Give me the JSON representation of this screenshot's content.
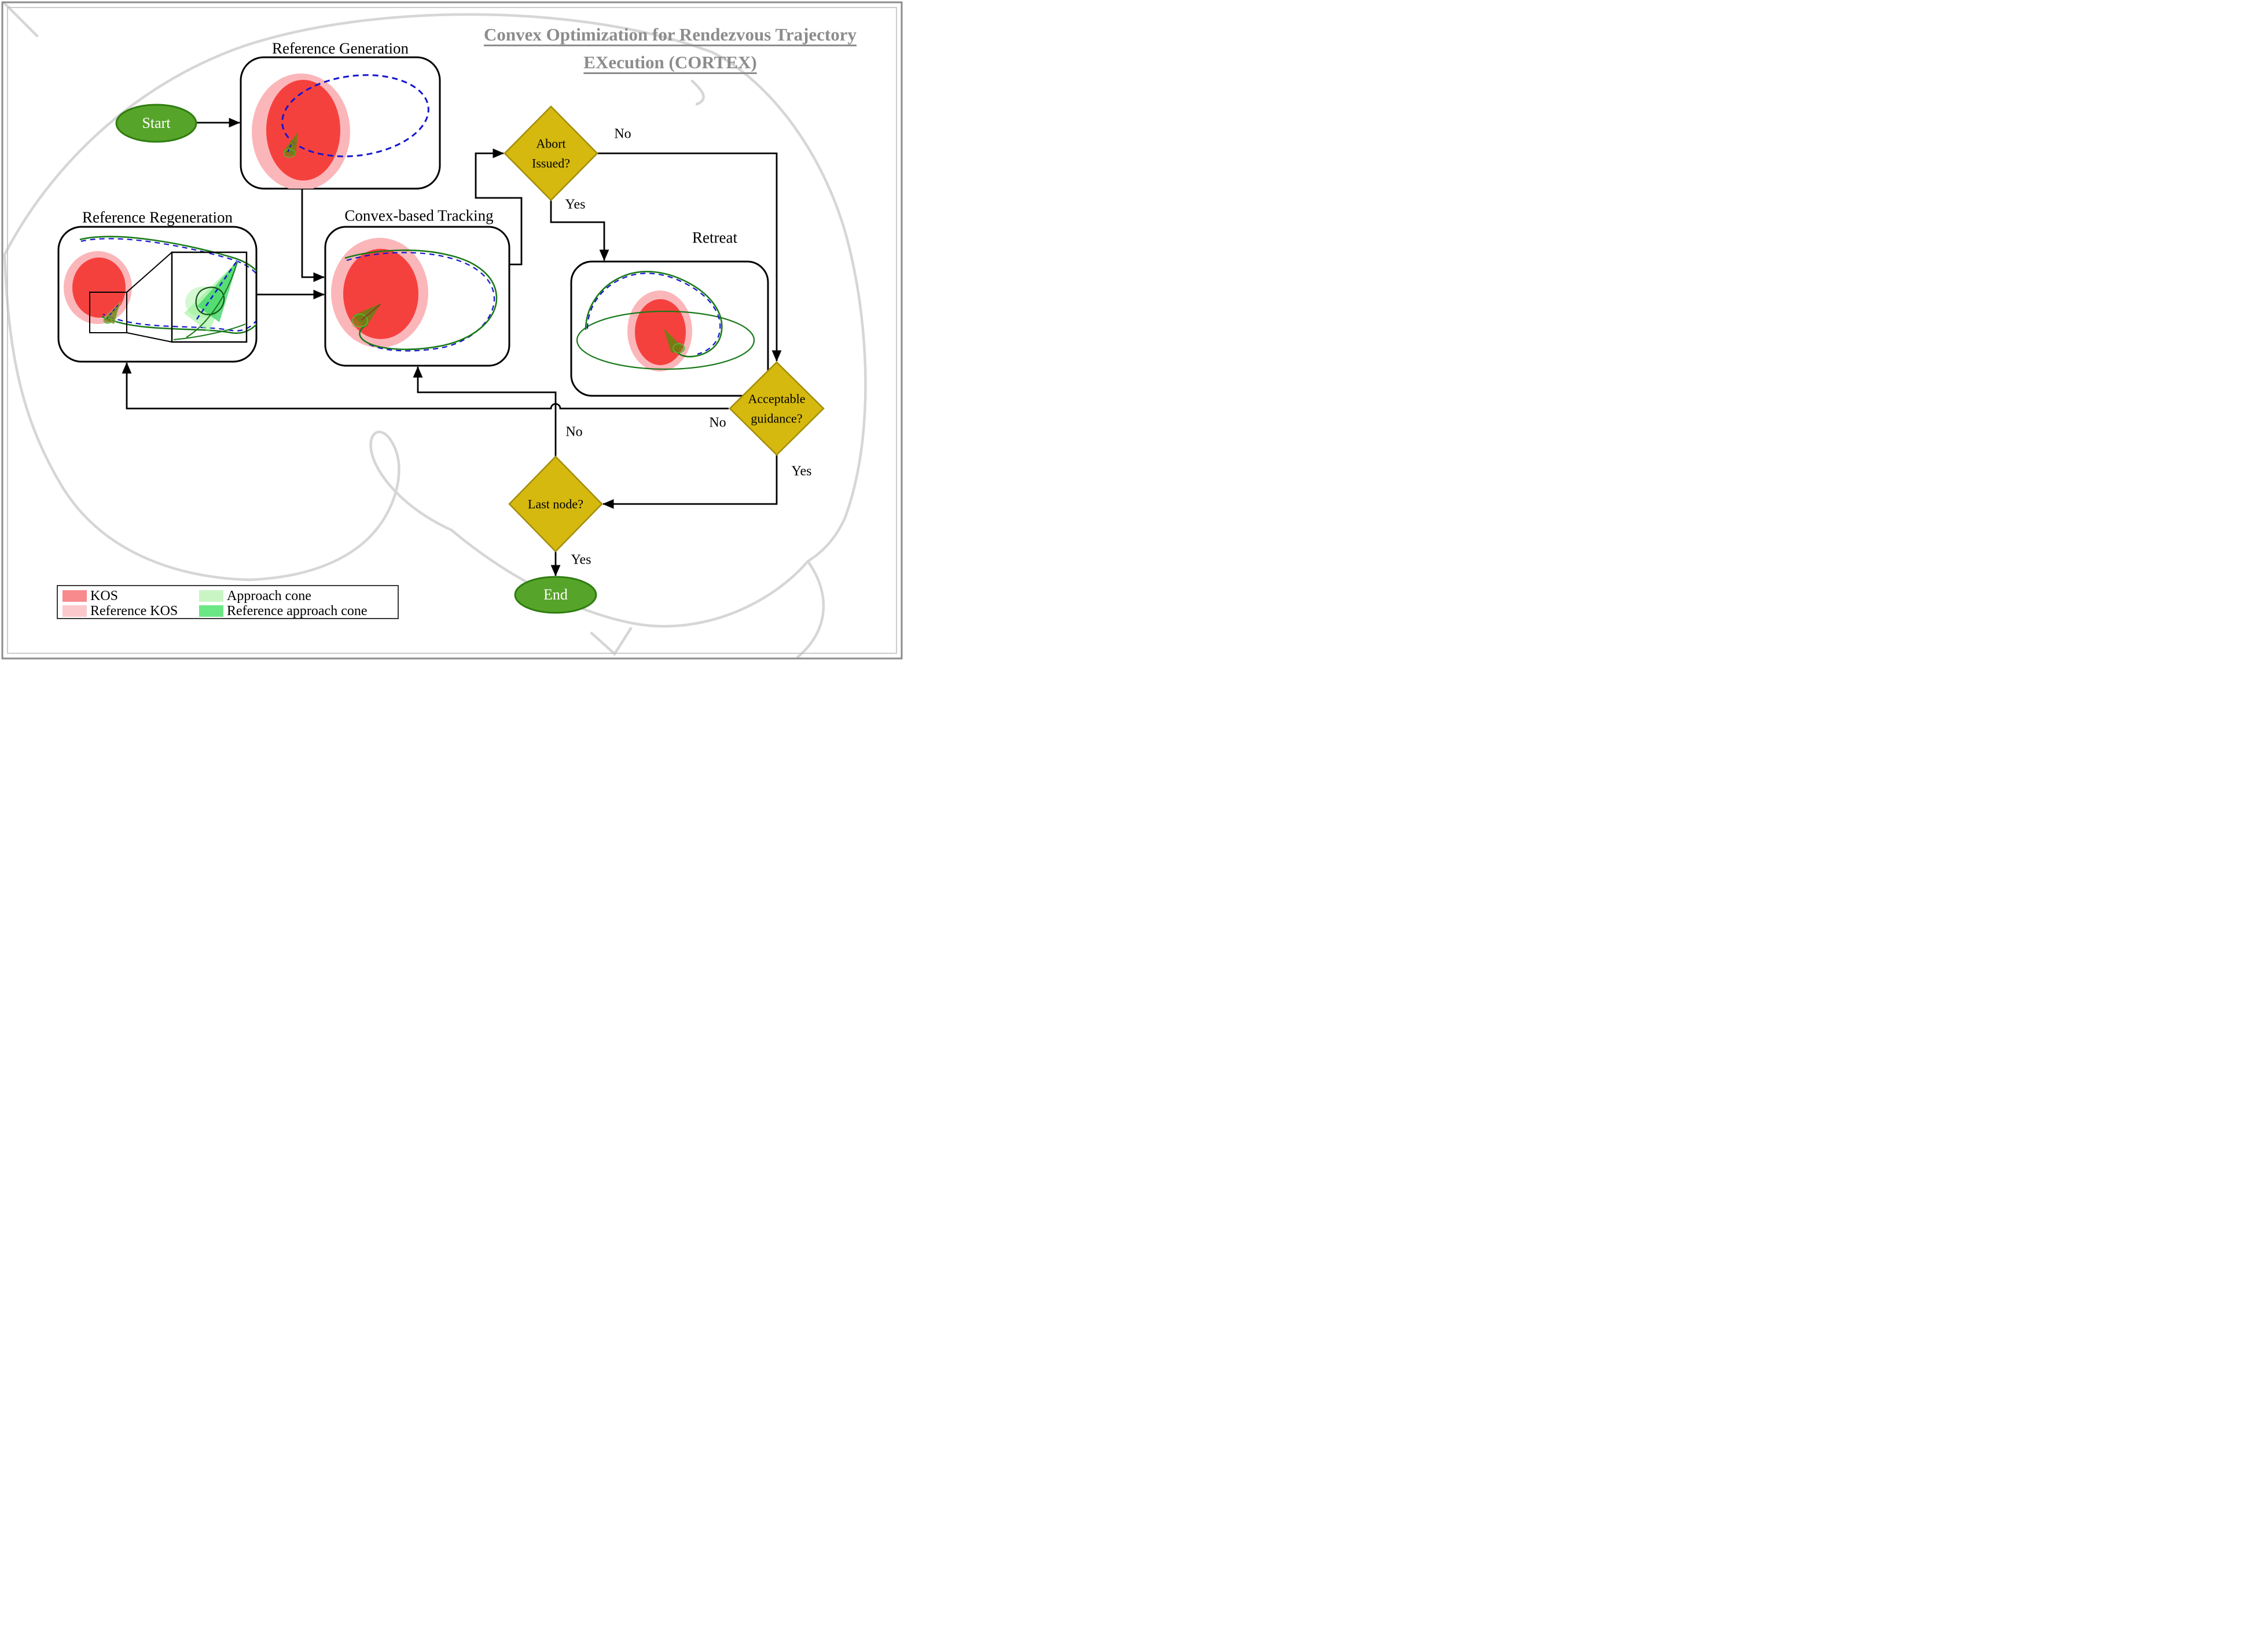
{
  "title": {
    "line1": "Convex Optimization for Rendezvous Trajectory",
    "line2": "EXecution (CORTEX)"
  },
  "nodes": {
    "start": {
      "label": "Start",
      "type": "terminal"
    },
    "reference_generation": {
      "label": "Reference Generation",
      "type": "process"
    },
    "reference_regeneration": {
      "label": "Reference Regeneration",
      "type": "process"
    },
    "convex_based_tracking": {
      "label": "Convex-based Tracking",
      "type": "process"
    },
    "retreat": {
      "label": "Retreat",
      "type": "process"
    },
    "abort_issued": {
      "line1": "Abort",
      "line2": "Issued?",
      "type": "decision"
    },
    "acceptable_guidance": {
      "line1": "Acceptable",
      "line2": "guidance?",
      "type": "decision"
    },
    "last_node": {
      "label": "Last node?",
      "type": "decision"
    },
    "end": {
      "label": "End",
      "type": "terminal"
    }
  },
  "edge_labels": {
    "abort_no": "No",
    "abort_yes": "Yes",
    "acceptable_no": "No",
    "acceptable_yes": "Yes",
    "last_node_no": "No",
    "last_node_yes": "Yes"
  },
  "legend": {
    "items": [
      {
        "label": "KOS",
        "color": "#f8898c"
      },
      {
        "label": "Reference KOS",
        "color": "#fbc9cc"
      },
      {
        "label": "Approach cone",
        "color": "#c9f5c5"
      },
      {
        "label": "Reference approach cone",
        "color": "#6ce785"
      }
    ]
  },
  "colors": {
    "decision_fill": "#d5b90e",
    "decision_border": "#a38d0a",
    "terminal_fill": "#57a42a",
    "terminal_border": "#2f7d10",
    "kos_red": "#f5413e",
    "reference_kos_pink": "#fbb6ba",
    "trajectory_green": "#1a7a1a",
    "reference_trajectory_blue": "#1515cf",
    "approach_cone_olive": "#6f7e12",
    "flow_line": "#000000",
    "title_gray": "#8c8c8c",
    "brain_outline": "#d6d6d6"
  }
}
